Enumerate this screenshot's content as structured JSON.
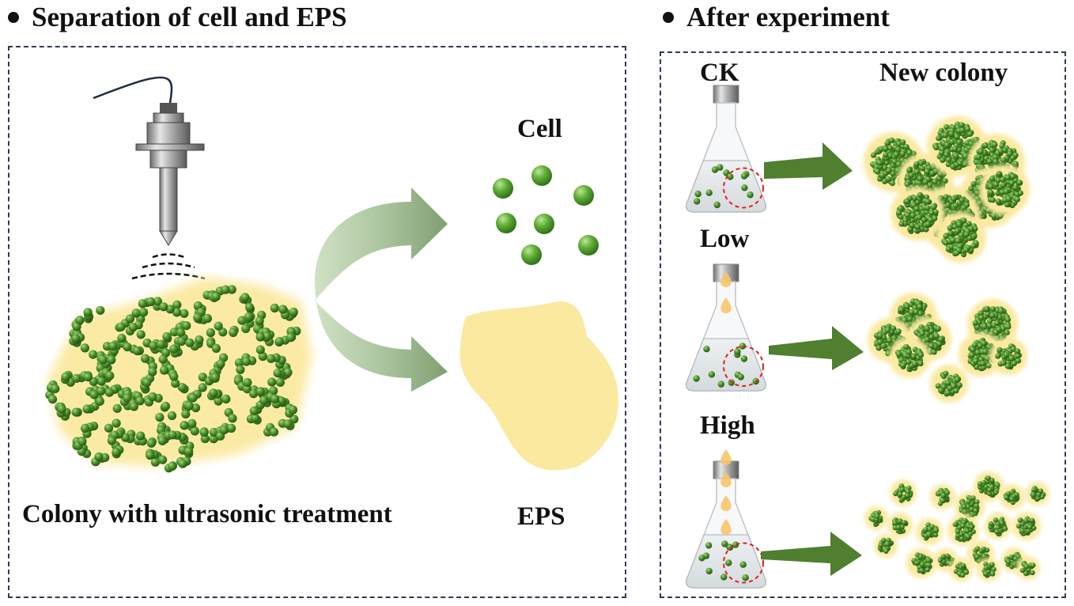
{
  "left_section": {
    "title": "Separation of cell and EPS",
    "colony_label": "Colony with ultrasonic treatment",
    "cell_label": "Cell",
    "eps_label": "EPS"
  },
  "right_section": {
    "title": "After experiment",
    "new_colony_label": "New colony",
    "conditions": [
      {
        "label": "CK"
      },
      {
        "label": "Low"
      },
      {
        "label": "High"
      }
    ]
  },
  "colors": {
    "cell_green": "#4f9a2c",
    "eps_yellow": "#fbe9a0",
    "arrow_green": "#4f7f2f",
    "dashed_border": "#2e3a55",
    "red_circle": "#e02020"
  }
}
